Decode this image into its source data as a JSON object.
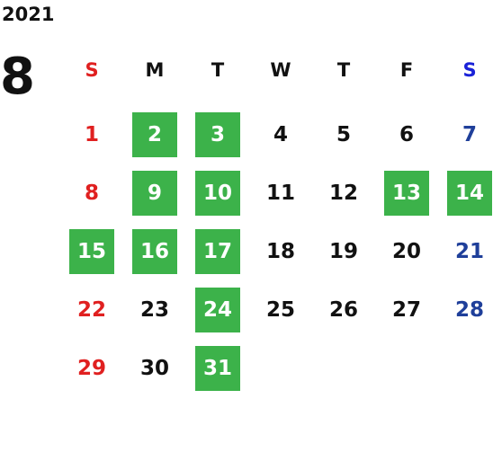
{
  "calendar": {
    "year": "2021",
    "month": "8",
    "weekdays": [
      "S",
      "M",
      "T",
      "W",
      "T",
      "F",
      "S"
    ],
    "weeks": [
      [
        "",
        "",
        "",
        "",
        "",
        "",
        ""
      ],
      [
        "1",
        "2",
        "3",
        "4",
        "5",
        "6",
        "7"
      ],
      [
        "8",
        "9",
        "10",
        "11",
        "12",
        "13",
        "14"
      ],
      [
        "15",
        "16",
        "17",
        "18",
        "19",
        "20",
        "21"
      ],
      [
        "22",
        "23",
        "24",
        "25",
        "26",
        "27",
        "28"
      ],
      [
        "29",
        "30",
        "31",
        "",
        "",
        "",
        ""
      ]
    ],
    "highlighted_days": [
      "2",
      "3",
      "9",
      "10",
      "13",
      "14",
      "15",
      "16",
      "17",
      "24",
      "31"
    ],
    "colors": {
      "sunday": "#e02020",
      "saturday": "#1f3f9a",
      "saturday_header": "#1a22d8",
      "highlight": "#3cb24a"
    }
  }
}
